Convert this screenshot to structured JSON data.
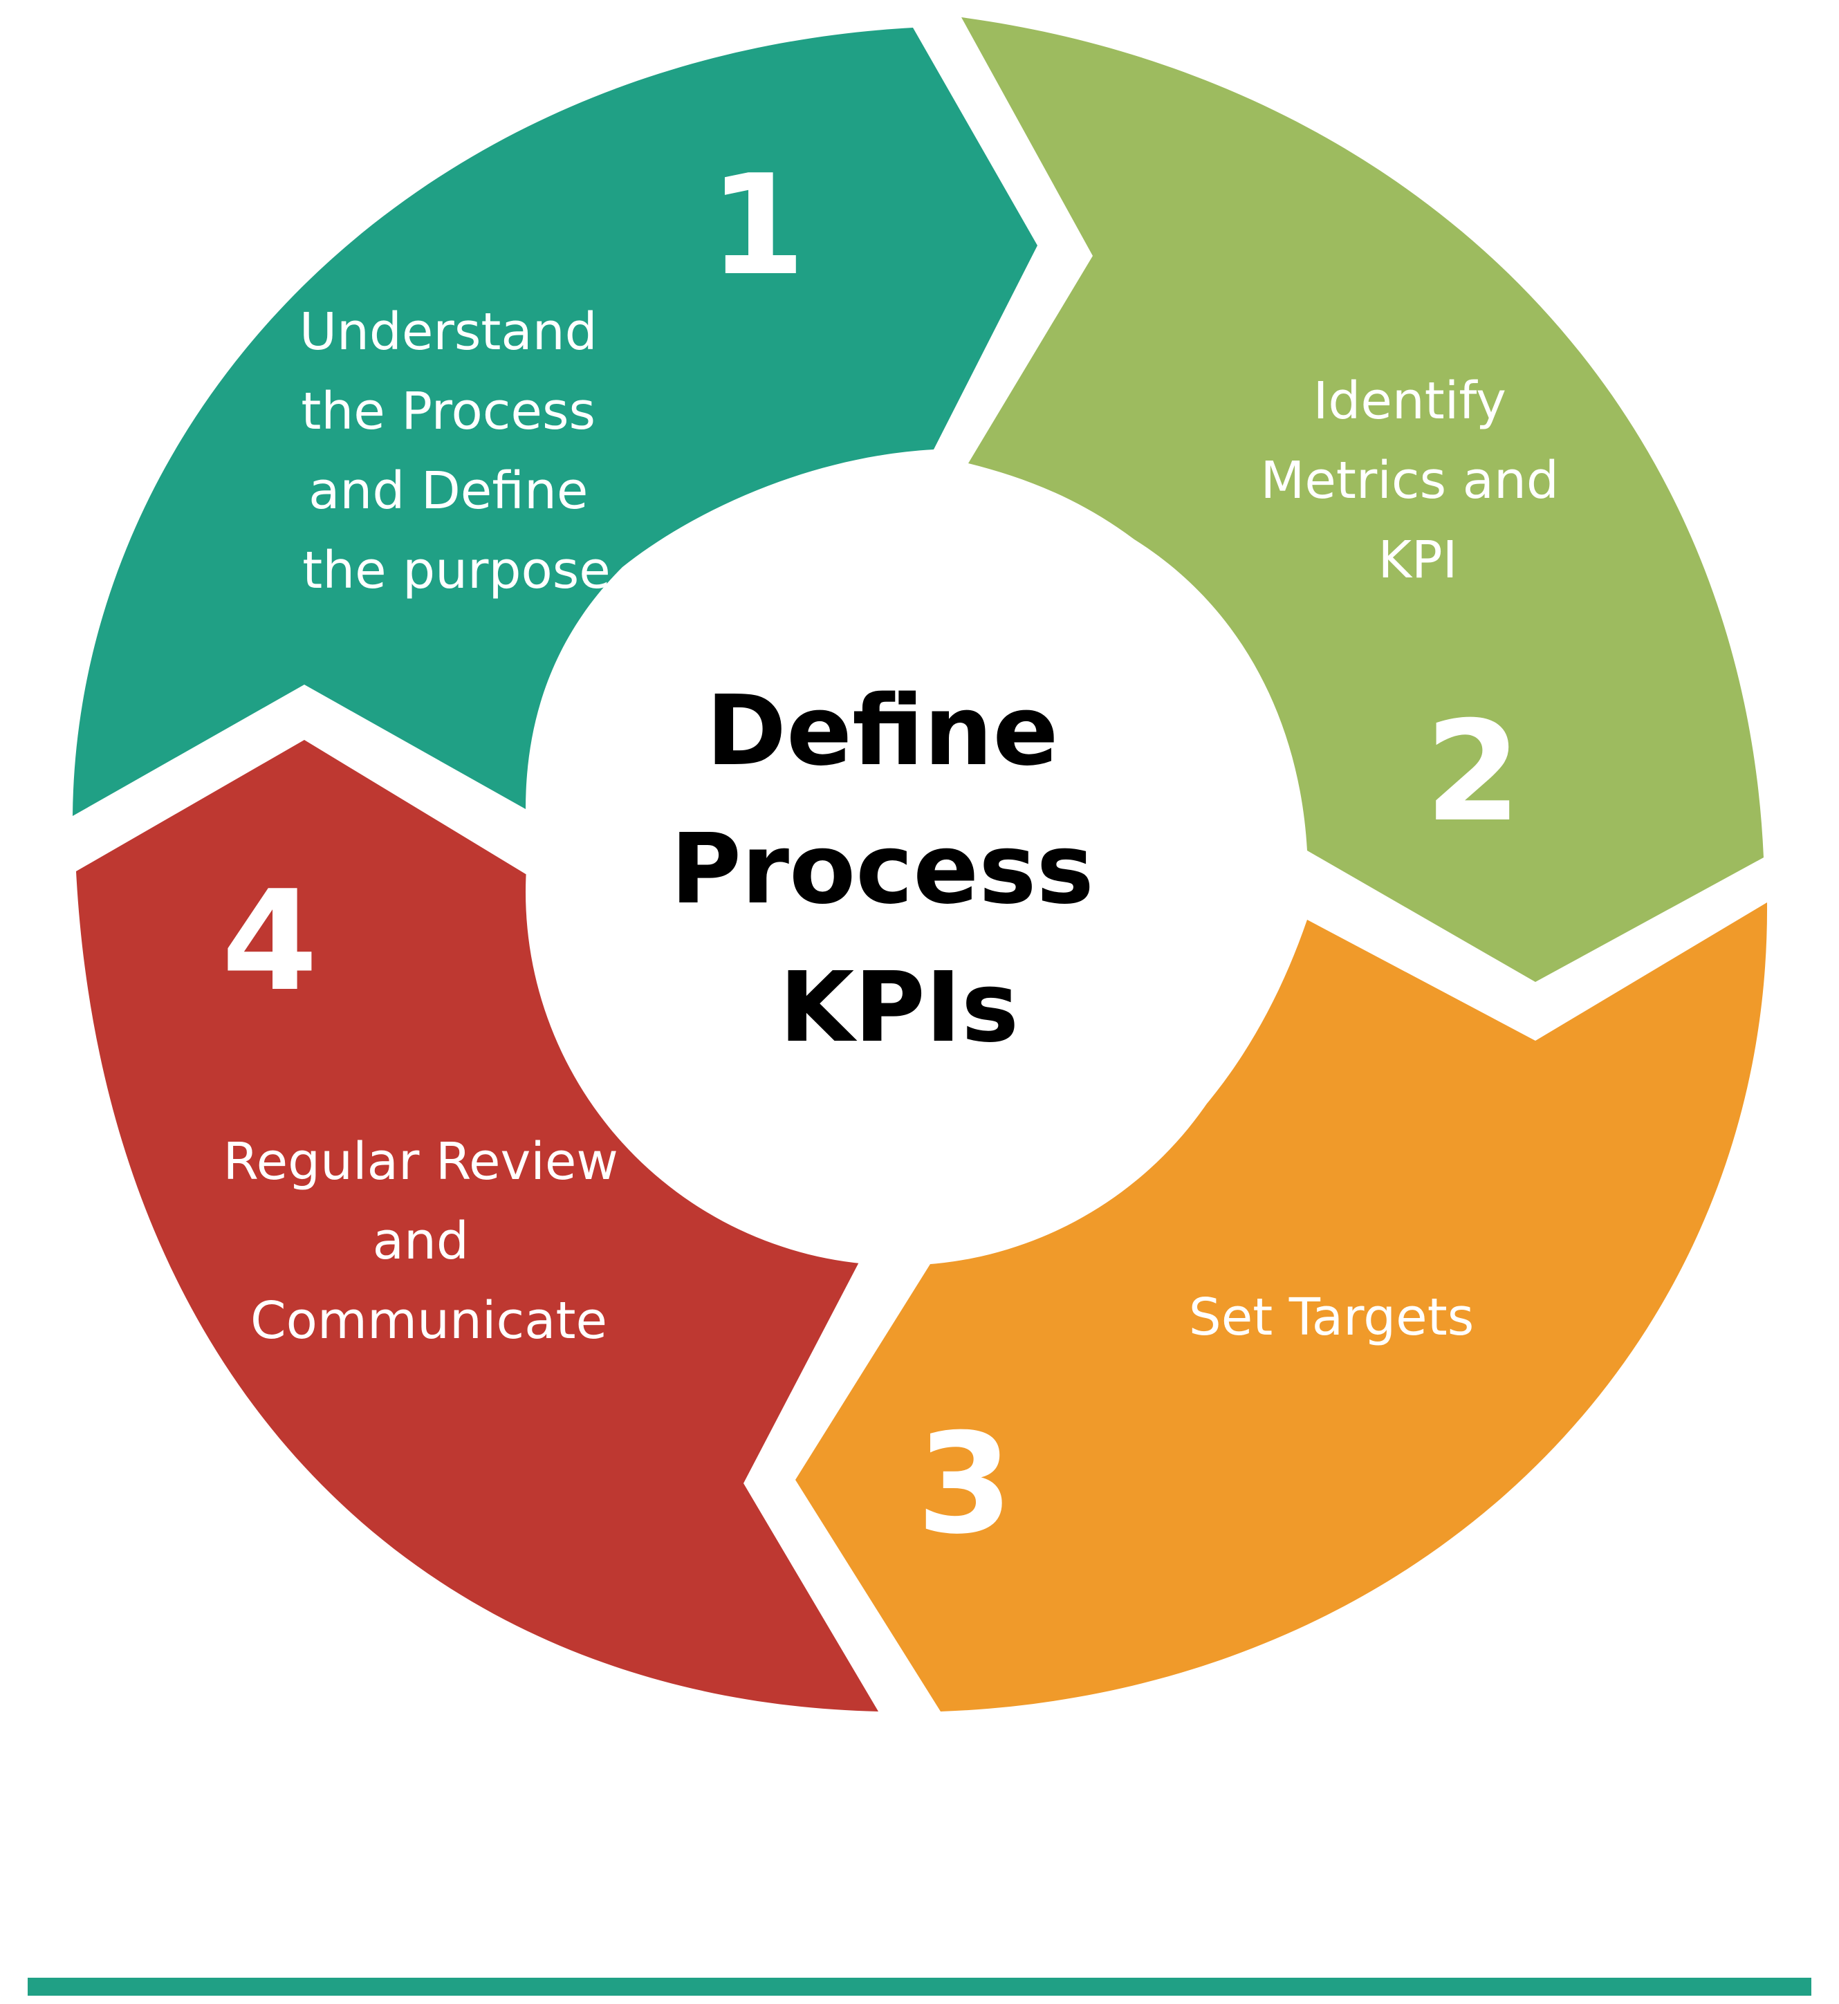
{
  "center": {
    "title_lines": [
      "Define",
      "Process",
      "KPIs"
    ]
  },
  "steps": [
    {
      "number": "1",
      "label_lines": [
        "Understand",
        "the Process",
        "and Define",
        "the purpose"
      ],
      "color": "#20a085"
    },
    {
      "number": "2",
      "label_lines": [
        "Identify",
        "Metrics and",
        "KPI"
      ],
      "color": "#9dbb5f"
    },
    {
      "number": "3",
      "label_lines": [
        "Set Targets"
      ],
      "color": "#f09a2a"
    },
    {
      "number": "4",
      "label_lines": [
        "Regular Review",
        "and",
        "Communicate"
      ],
      "color": "#be3831"
    }
  ],
  "footer_rule_color": "#20a085"
}
